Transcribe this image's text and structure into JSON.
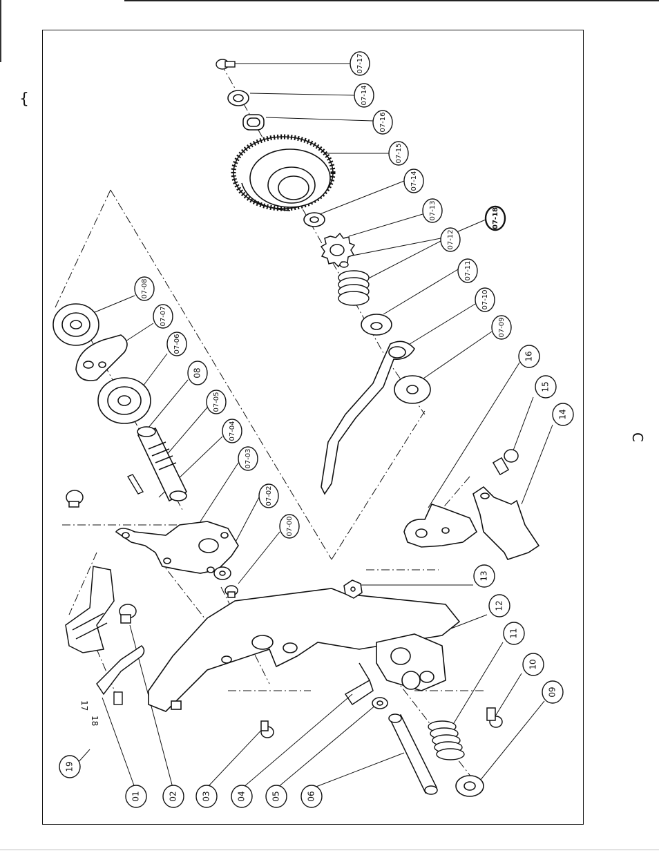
{
  "page_marks": {
    "left_mark": "{",
    "right_mark": "C"
  },
  "callouts": [
    {
      "id": "c07-17",
      "text": "07-17"
    },
    {
      "id": "c07-14a",
      "text": "07-14"
    },
    {
      "id": "c07-16",
      "text": "07-16"
    },
    {
      "id": "c07-15",
      "text": "07-15"
    },
    {
      "id": "c07-14b",
      "text": "07-14"
    },
    {
      "id": "c07-13",
      "text": "07-13"
    },
    {
      "id": "c07-18",
      "text": "07-18"
    },
    {
      "id": "c07-12",
      "text": "07-12"
    },
    {
      "id": "c07-11",
      "text": "07-11"
    },
    {
      "id": "c07-10",
      "text": "07-10"
    },
    {
      "id": "c07-09",
      "text": "07-09"
    },
    {
      "id": "c07-08",
      "text": "07-08"
    },
    {
      "id": "c07-07",
      "text": "07-07"
    },
    {
      "id": "c07-06",
      "text": "07-06"
    },
    {
      "id": "c08",
      "text": "08"
    },
    {
      "id": "c07-05",
      "text": "07-05"
    },
    {
      "id": "c07-04",
      "text": "07-04"
    },
    {
      "id": "c07-03",
      "text": "07-03"
    },
    {
      "id": "c07-02",
      "text": "07-02"
    },
    {
      "id": "c07-00",
      "text": "07-00"
    },
    {
      "id": "c16",
      "text": "16"
    },
    {
      "id": "c15",
      "text": "15"
    },
    {
      "id": "c14",
      "text": "14"
    },
    {
      "id": "c13",
      "text": "13"
    },
    {
      "id": "c12",
      "text": "12"
    },
    {
      "id": "c11",
      "text": "11"
    },
    {
      "id": "c10",
      "text": "10"
    },
    {
      "id": "c09",
      "text": "09"
    },
    {
      "id": "c01",
      "text": "01"
    },
    {
      "id": "c02",
      "text": "02"
    },
    {
      "id": "c03",
      "text": "03"
    },
    {
      "id": "c04",
      "text": "04"
    },
    {
      "id": "c05",
      "text": "05"
    },
    {
      "id": "c06",
      "text": "06"
    },
    {
      "id": "c19",
      "text": "19"
    }
  ],
  "free_labels": {
    "part17": "17",
    "part18": "18"
  }
}
